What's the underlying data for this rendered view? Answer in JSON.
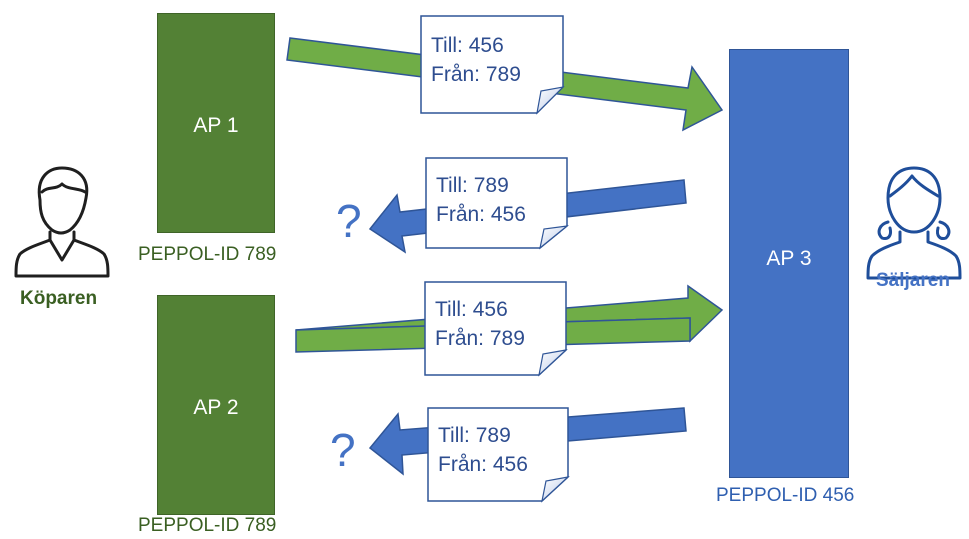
{
  "colors": {
    "green": "#538135",
    "blue": "#4472C4",
    "green_text": "#3a5f22",
    "blue_text": "#2f5fb0"
  },
  "buyer": {
    "label": "Köparen",
    "icon": "person-icon"
  },
  "seller": {
    "label": "Säljaren",
    "icon": "person-female-icon"
  },
  "ap1": {
    "label": "AP 1",
    "peppol_id": "PEPPOL-ID 789"
  },
  "ap2": {
    "label": "AP 2",
    "peppol_id": "PEPPOL-ID 789"
  },
  "ap3": {
    "label": "AP 3",
    "peppol_id": "PEPPOL-ID 456"
  },
  "messages": [
    {
      "to": "Till: 456",
      "from": "Från: 789"
    },
    {
      "to": "Till: 789",
      "from": "Från: 456",
      "unknown": "?"
    },
    {
      "to": "Till: 456",
      "from": "Från: 789"
    },
    {
      "to": "Till: 789",
      "from": "Från: 456",
      "unknown": "?"
    }
  ]
}
